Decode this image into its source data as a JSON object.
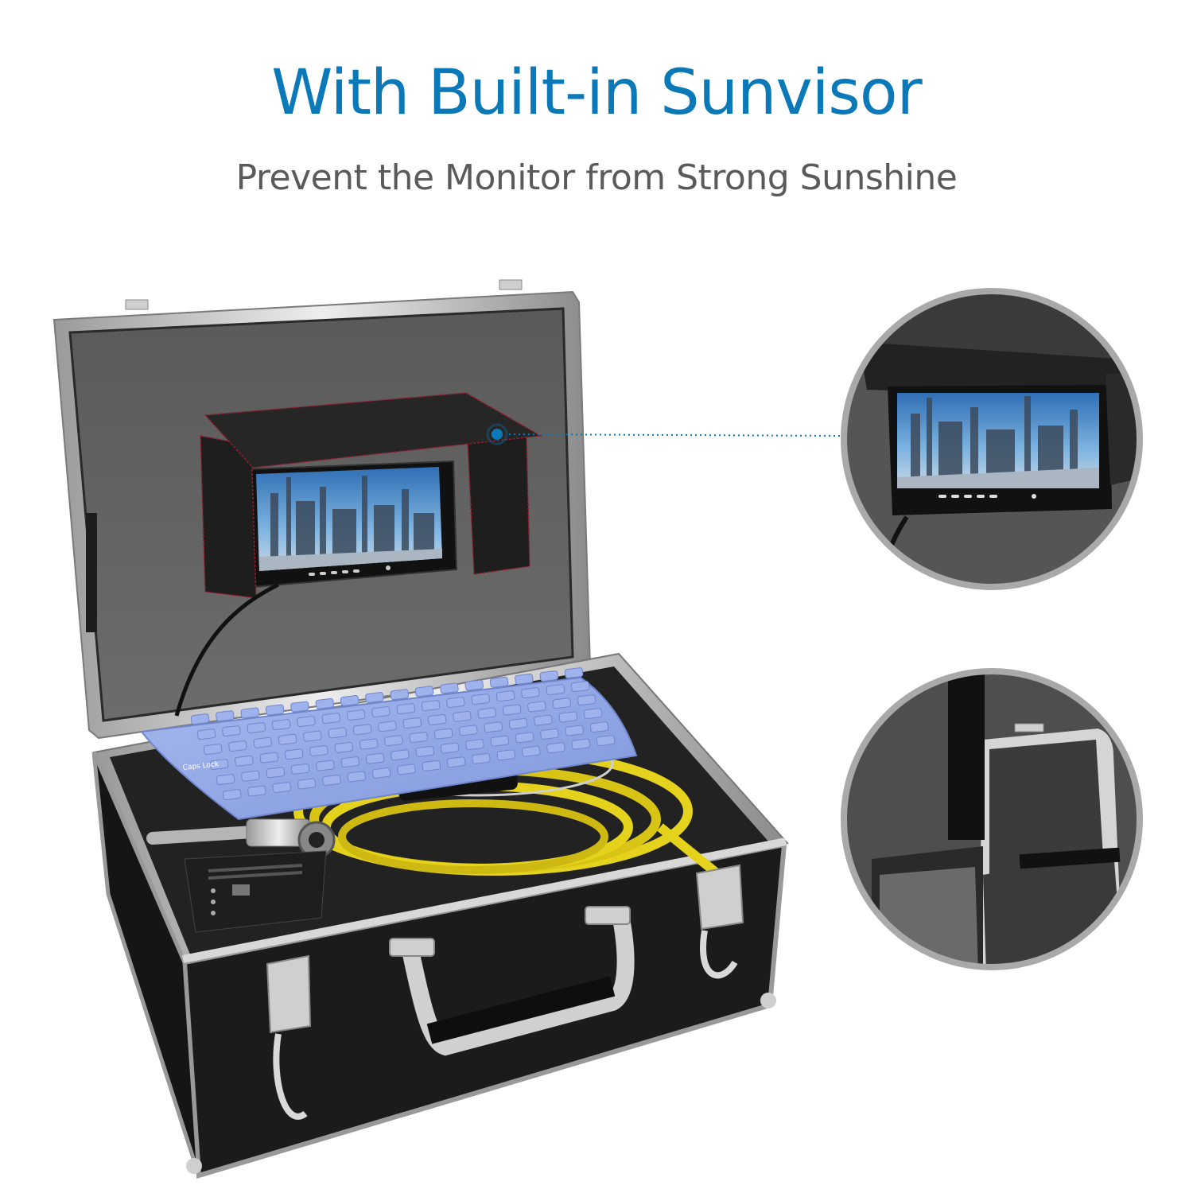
{
  "header": {
    "title": "With Built-in Sunvisor",
    "subtitle": "Prevent the Monitor from Strong Sunshine"
  },
  "keyboard": {
    "caps_label": "Caps Lock"
  },
  "colors": {
    "title": "#0b78b8",
    "subtitle": "#5a5a5a",
    "callout_line": "#0b78b8",
    "cable": "#e5d21c",
    "keyboard": "#8fa6e6",
    "case": "#1b1b1b",
    "frame": "#c8c8c8"
  },
  "icons": {
    "callout_dot": "callout-dot-icon",
    "magnifier_top": "zoom-sunvisor-icon",
    "magnifier_bottom": "zoom-velcro-icon"
  }
}
